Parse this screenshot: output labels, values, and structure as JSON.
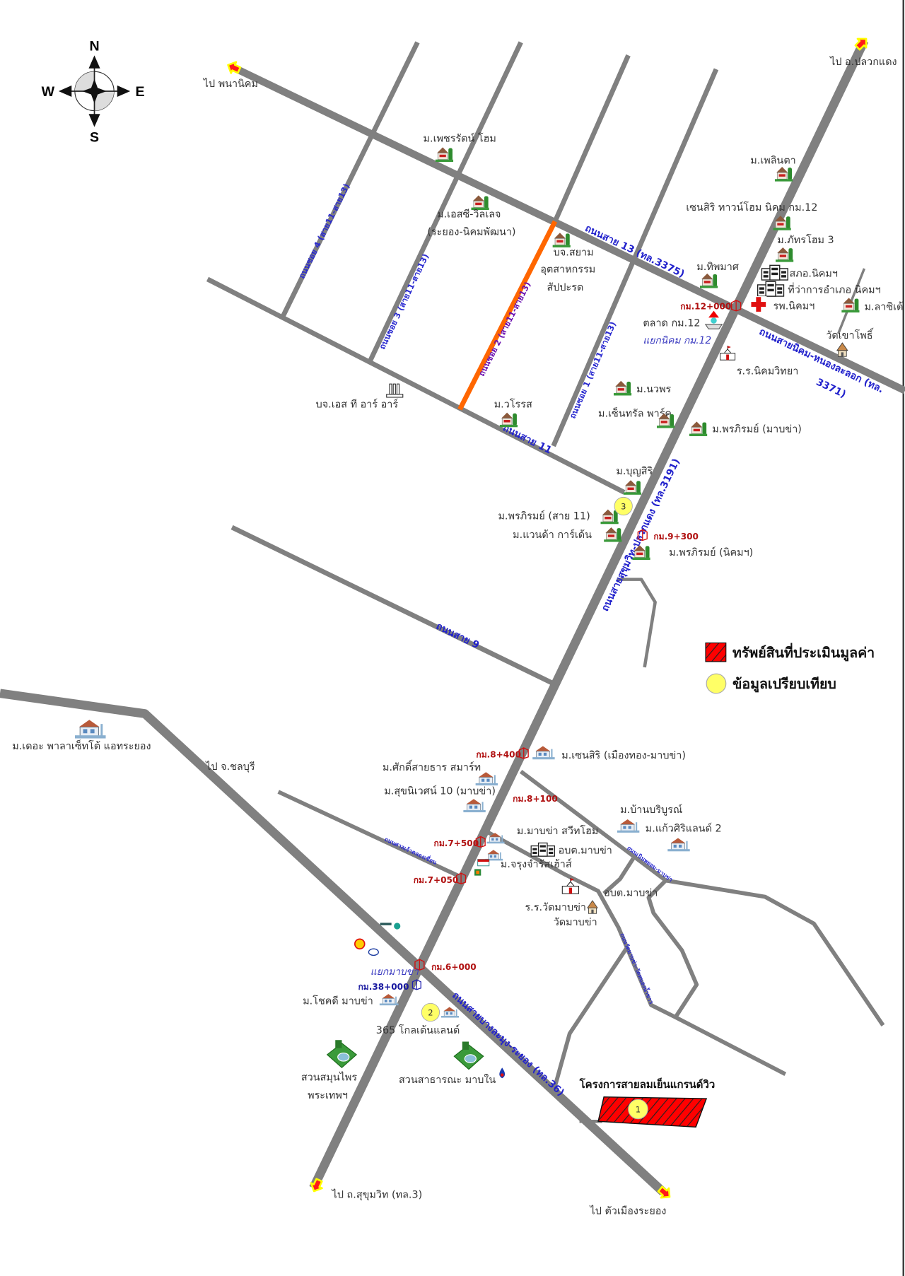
{
  "compass": {
    "n": "N",
    "s": "S",
    "e": "E",
    "w": "W"
  },
  "directions": [
    "ไป พนานิคม",
    "ไป อ.ปลวกแดง",
    "ไป จ.ชลบุรี",
    "ไป ถ.สุขุมวิท (ทล.3)",
    "ไป ตัวเมืองระยอง"
  ],
  "roads": {
    "r13": "ถนนสาย 13 (ทล.3375)",
    "r3371a": "ถนนสายนิคม-หนองละลอก (ทล.",
    "r3371b": "3371)",
    "r11": "ถนนสาย 11",
    "r9": "ถนนสาย 9",
    "r3191": "ถนนสายสุขุมวิท-ปลวกแดง (ทล.3191)",
    "r36": "ถนนสายบางละมุง-ระยอง (ทล.36)",
    "soi4": "ถนนซอย 4 (สาย11-สาย13)",
    "soi3": "ถนนซอย 3 (สาย11-สาย13)",
    "soi2": "ถนนซอย 2 (สาย11-สาย13)",
    "soi1": "ถนนซอย 1 (สาย11-สาย13)",
    "local1": "ถนนศาลเจ้าคลองเขื่อน",
    "local2": "ถนนเนินพยอม-มาบข่า",
    "local3": "ถนนวัดมาบข่า-วัดหนองน้ำขาว"
  },
  "places": {
    "p1": "ม.เพชรรัตน์ โฮม",
    "p2a": "ม.เอสซี-วิลเลจ",
    "p2b": "(ระยอง-นิคมพัฒนา)",
    "p3a": "บจ.สยาม",
    "p3b": "อุตสาหกรรม",
    "p3c": "สัปปะรด",
    "p4": "ม.เพลินตา",
    "p5": "เซนสิริ ทาวน์โฮม นิคม กม.12",
    "p6": "ม.ภัทรโฮม 3",
    "p7": "ม.ทิพมาศ",
    "p8": "สภอ.นิคมฯ",
    "p9": "ที่ว่าการอำเภอ นิคมฯ",
    "p10": "รพ.นิคมฯ",
    "p11": "ม.ลาซิเต้",
    "p12": "ตลาด กม.12",
    "p13": "วัดเขาโพธิ์",
    "p14": "ร.ร.นิคมวิทยา",
    "p15": "บจ.เอส ที อาร์ อาร์",
    "p16": "ม.วโรรส",
    "p17": "ม.นวพร",
    "p18": "ม.เซ็นทรัล พาร์ค",
    "p19": "ม.พรภิรมย์ (มาบข่า)",
    "p20": "ม.บุญสิริ",
    "p21": "ม.พรภิรมย์ (สาย 11)",
    "p22": "ม.แวนด้า การ์เด้น",
    "p23": "ม.พรภิรมย์ (นิคมฯ)",
    "p24": "ม.เดอะ พาลาเซ็ทโต้ แอทระยอง",
    "p25": "ม.เซนสิริ (เมืองทอง-มาบข่า)",
    "p26": "ม.ศักดิ์สายธาร สมาร์ท",
    "p27": "ม.สุขนิเวศน์ 10 (มาบข่า)",
    "p28": "ม.บ้านบริบูรณ์",
    "p29": "ม.แก้วศิริแลนด์ 2",
    "p30": "ม.มาบข่า สวีทโฮม",
    "p31": "อบต.มาบข่า",
    "p32": "ม.จรุงจำรัสเฮ้าส์",
    "p33": "อบต.มาบข่า",
    "p34": "ร.ร.วัดมาบข่า",
    "p35": "วัดมาบข่า",
    "p36": "ม.โชคดี มาบข่า",
    "p37": "365 โกลเด้นแลนด์",
    "p38a": "สวนสมุนไพร",
    "p38b": "พระเทพฯ",
    "p39": "สวนสาธารณะ มาบใน"
  },
  "km_markers": {
    "k1": "กม.12+000",
    "k2": "กม.9+300",
    "k3": "กม.8+400",
    "k4": "กม.8+100",
    "k5": "กม.7+500",
    "k6": "กม.7+050",
    "k7": "กม.6+000",
    "k8": "กม.38+000"
  },
  "intersections": {
    "i1": "แยกนิคม กม.12",
    "i2": "แยกมาบข่า"
  },
  "legend": {
    "subject": "ทรัพย์สินที่ประเมินมูลค่า",
    "comparable": "ข้อมูลเปรียบเทียบ",
    "subject_color": "#ff0000",
    "comparable_color": "#ffff66"
  },
  "project": {
    "name": "โครงการสายลมเย็นแกรนด์วิว"
  },
  "comparables": [
    "1",
    "2",
    "3"
  ],
  "colors": {
    "road": "#808080",
    "highlight_road": "#ff6600",
    "road_label": "#2222cc",
    "km_label": "#b01010"
  }
}
